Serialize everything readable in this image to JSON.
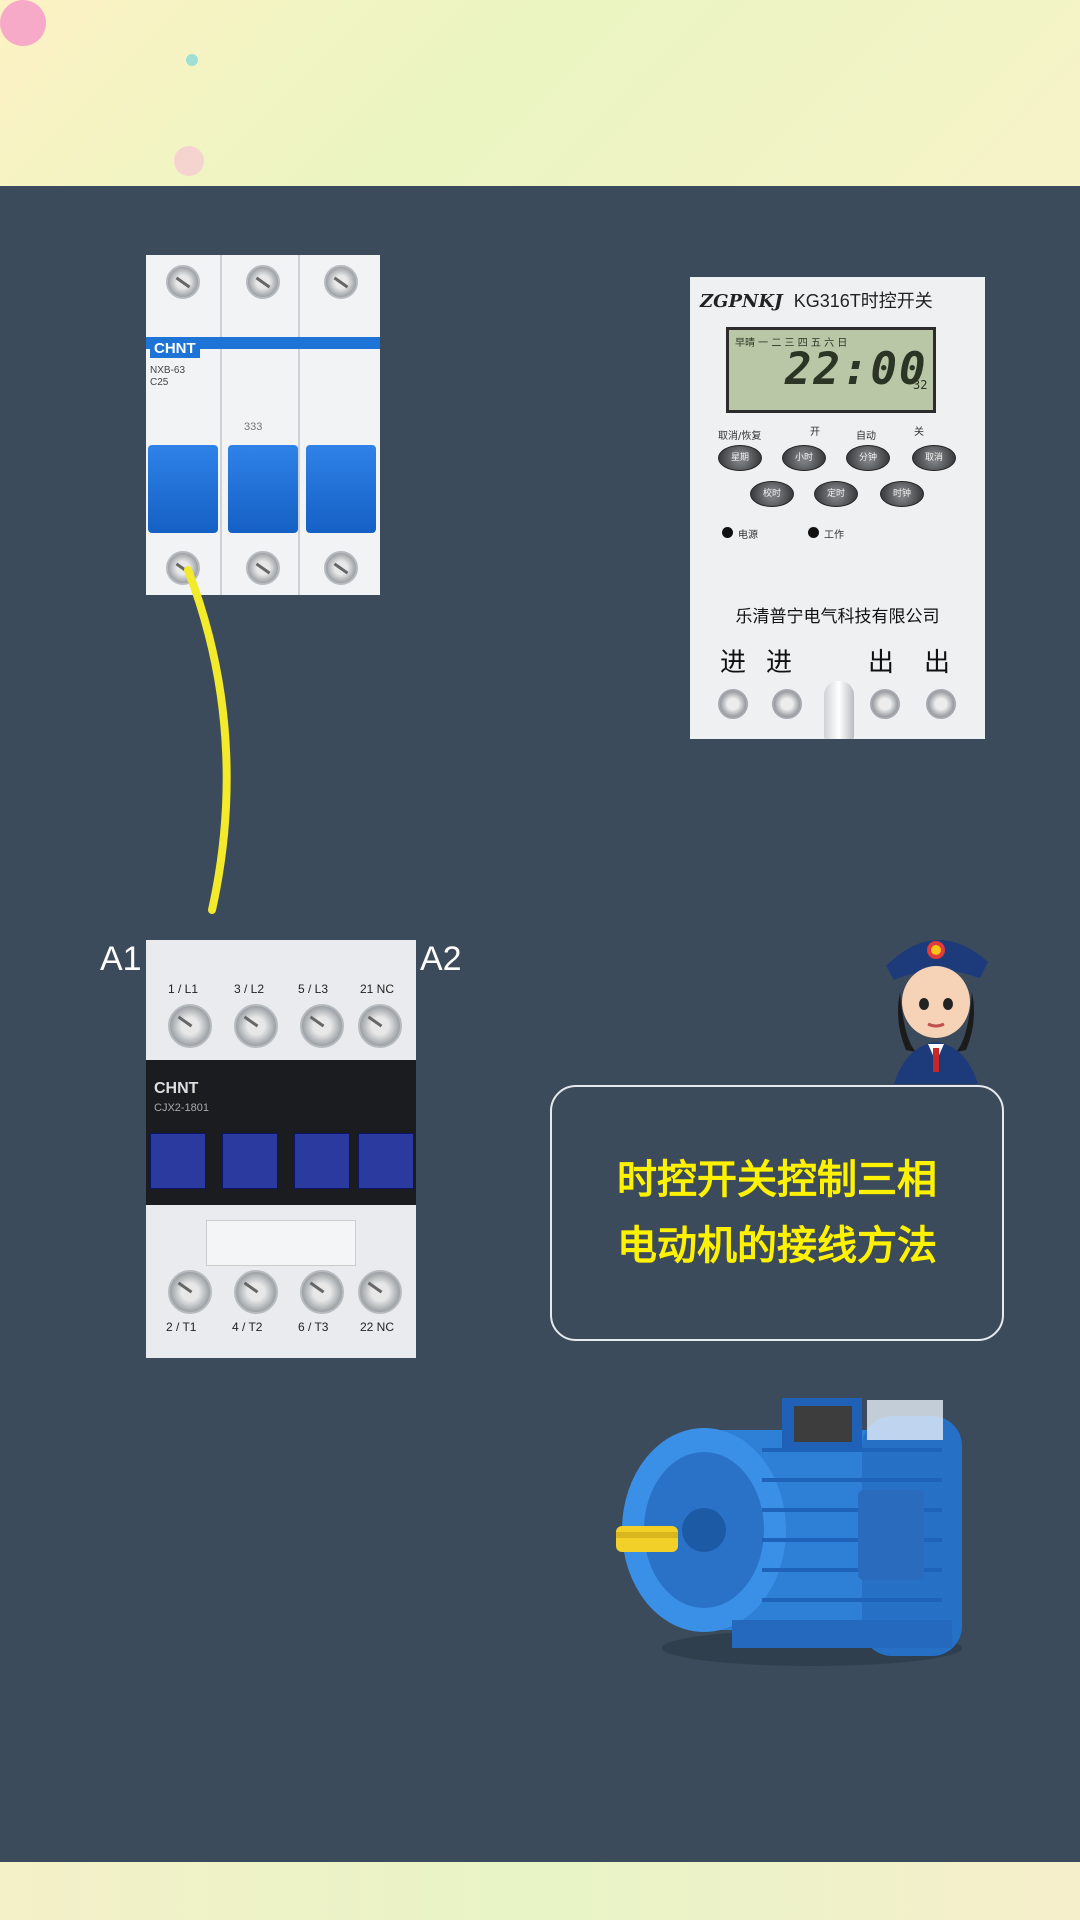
{
  "breaker": {
    "brand": "CHNT",
    "model": "NXB-63",
    "rating": "C25",
    "pole_marks": [
      "333"
    ]
  },
  "timer": {
    "brand": "ZGPNKJ",
    "model": "KG316T时控开关",
    "lcd_days": "早晴 一 二 三 四 五 六 日",
    "lcd_time": "22:00",
    "lcd_seconds": "32",
    "header_labels": [
      "取消/恢复",
      "开",
      "自动",
      "关"
    ],
    "buttons_row1": [
      "星期",
      "小时",
      "分钟",
      "取消"
    ],
    "buttons_row2": [
      "校时",
      "定时",
      "时钟"
    ],
    "led_power": "电源",
    "led_work": "工作",
    "company": "乐清普宁电气科技有限公司",
    "io_labels": [
      "进",
      "进",
      "出",
      "出"
    ]
  },
  "contactor": {
    "brand": "CHNT",
    "model": "CJX2-1801",
    "top_terminals": [
      "1 / L1",
      "3 / L2",
      "5 / L3",
      "21 NC"
    ],
    "bottom_terminals": [
      "2 / T1",
      "4 / T2",
      "6 / T3",
      "22 NC"
    ],
    "coil_a1": "A1",
    "coil_a2": "A2"
  },
  "callout": {
    "line1": "时控开关控制三相",
    "line2": "电动机的接线方法"
  },
  "colors": {
    "panel": "#3b4b5b",
    "wire": "#f2ea2a",
    "callout_text": "#fff200",
    "breaker_blue": "#1d74d6",
    "motor_blue": "#2e7fd6"
  }
}
